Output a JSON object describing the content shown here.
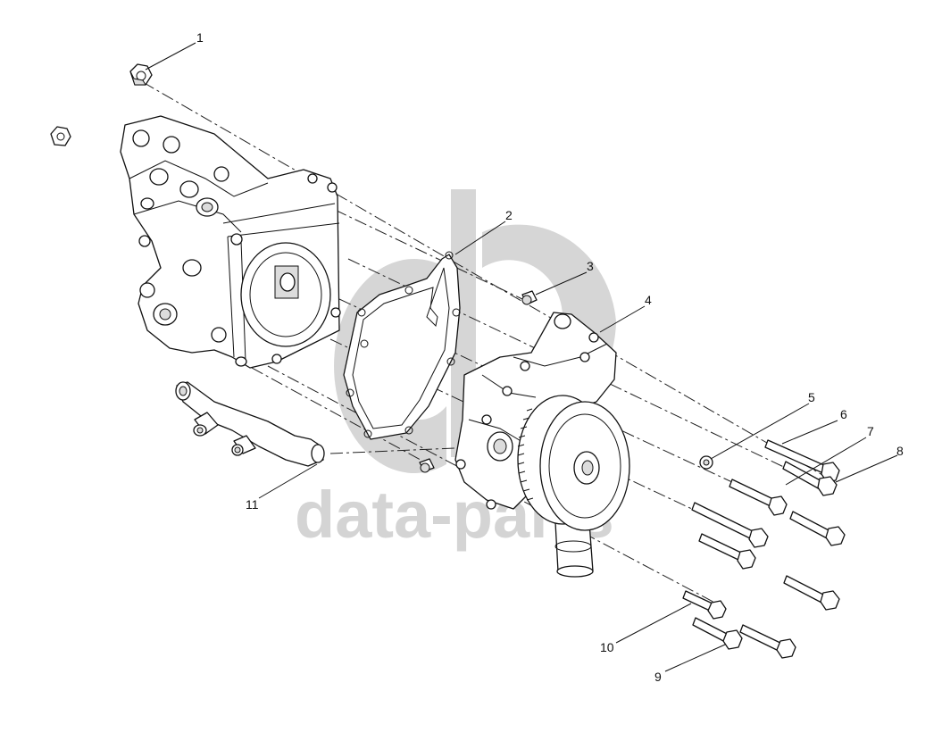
{
  "watermark": {
    "text": "data-parts",
    "color": "#d4d4d4"
  },
  "callouts": [
    {
      "number": "1"
    },
    {
      "number": "2"
    },
    {
      "number": "3"
    },
    {
      "number": "4"
    },
    {
      "number": "5"
    },
    {
      "number": "6"
    },
    {
      "number": "7"
    },
    {
      "number": "8"
    },
    {
      "number": "9"
    },
    {
      "number": "10"
    },
    {
      "number": "11"
    }
  ],
  "colors": {
    "line": "#111111",
    "shade": "#dcdcdc",
    "background": "#ffffff"
  }
}
